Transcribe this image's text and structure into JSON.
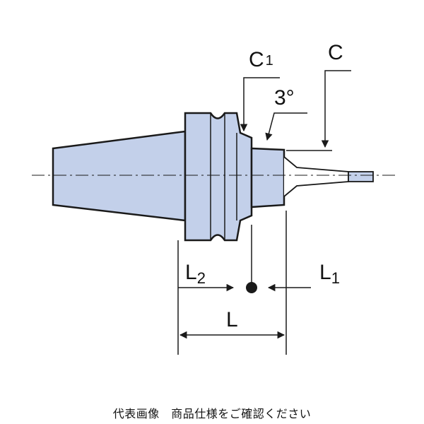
{
  "labels": {
    "c1": "C",
    "c1_sub": "1",
    "c": "C",
    "angle": "3°",
    "l2": "L",
    "l2_sub": "2",
    "l1": "L",
    "l1_sub": "1",
    "l": "L"
  },
  "caption": "代表画像　商品仕様をご確認ください",
  "colors": {
    "body_fill": "#c3d0ea",
    "stroke": "#1a1a1a"
  }
}
